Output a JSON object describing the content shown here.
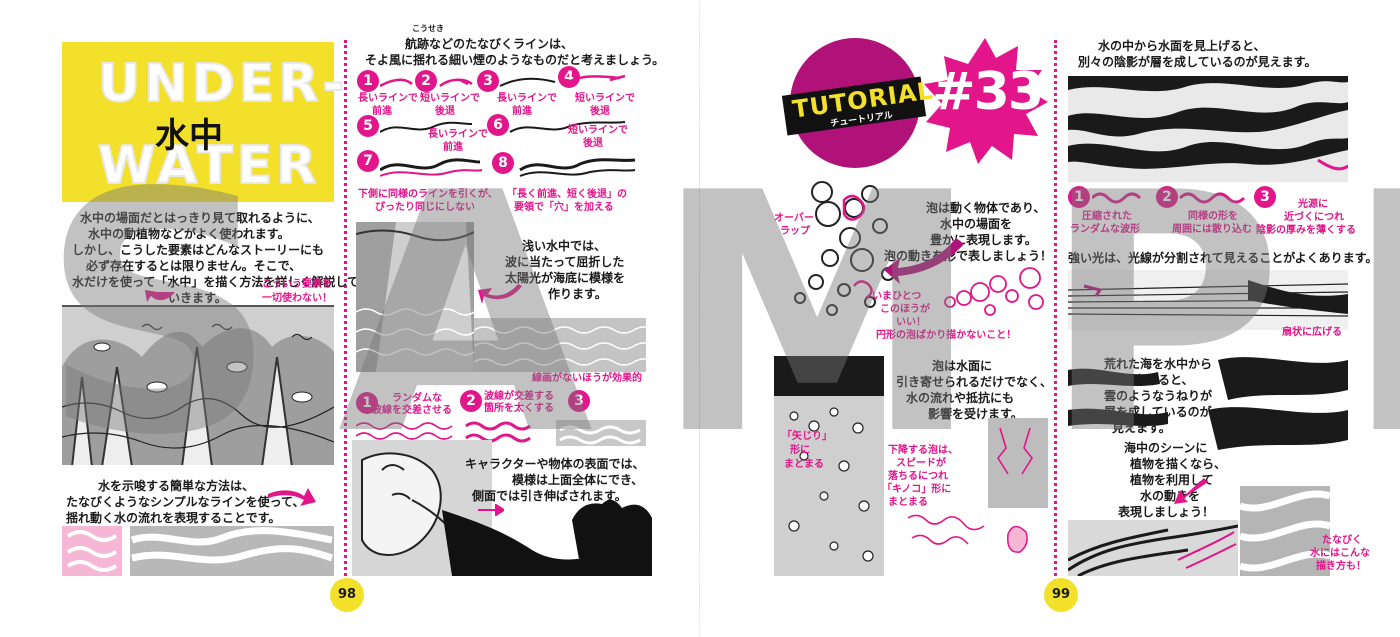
{
  "left_page": {
    "title_en_1": "UNDER-",
    "title_en_2": "WATER",
    "title_jp": "水中",
    "ruby": "こうせき",
    "intro_1": "航跡などのたなびくラインは、",
    "intro_2": "そよ風に揺れる細い煙のようなものだと考えましょう。",
    "steps": [
      {
        "n": "1",
        "label_1": "長いラインで",
        "label_2": "前進"
      },
      {
        "n": "2",
        "label_1": "短いラインで",
        "label_2": "後退"
      },
      {
        "n": "3",
        "label_1": "長いラインで",
        "label_2": "前進"
      },
      {
        "n": "4",
        "label_1": "短いラインで",
        "label_2": "後退"
      },
      {
        "n": "5",
        "label_1": "長いラインで",
        "label_2": "前進"
      },
      {
        "n": "6",
        "label_1": "短いラインで",
        "label_2": "後退"
      },
      {
        "n": "7",
        "label_1": "",
        "label_2": ""
      },
      {
        "n": "8",
        "label_1": "",
        "label_2": ""
      }
    ],
    "tip_7_1": "下側に同様のラインを引くが、",
    "tip_7_2": "ぴったり同じにしない",
    "tip_8_1": "「長く前進、短く後退」の",
    "tip_8_2": "要領で「穴」を加える",
    "body_1": "水中の場面だとはっきり見て取れるように、",
    "body_2": "水中の動植物などがよく使われます。",
    "body_3": "しかし、こうした要素はどんなストーリーにも",
    "body_4": "必ず存在するとは限りません。そこで、",
    "body_5": "水だけを使って「水中」を描く方法を詳しく解説して",
    "body_6": "いきます。",
    "note_elements_1": "こういう要素を",
    "note_elements_2": "一切使わない！",
    "shallow_1": "浅い水中では、",
    "shallow_2": "波に当たって屈折した",
    "shallow_3": "太陽光が海底に模様を",
    "shallow_4": "作ります。",
    "no_outline": "線画がないほうが効果的",
    "pat_1_a": "ランダムな",
    "pat_1_b": "波線を交差させる",
    "pat_2_a": "波線が交差する",
    "pat_2_b": "箇所を太くする",
    "char_1": "キャラクターや物体の表面では、",
    "char_2": "模様は上面全体にでき、",
    "char_3": "側面では引き伸ばされます。",
    "bottom_1": "水を示唆する簡単な方法は、",
    "bottom_2": "たなびくようなシンプルなラインを使って、",
    "bottom_3": "揺れ動く水の流れを表現することです。",
    "page_number": "98"
  },
  "right_page": {
    "tutorial_en": "TUTORIAL",
    "tutorial_jp": "チュートリアル",
    "number": "#33",
    "bubbles_1": "泡は動く物体であり、",
    "bubbles_2": "水中の場面を",
    "bubbles_3": "豊かに表現します。",
    "bubbles_4": "泡の動きを形で表しましょう！",
    "overlap_1": "オーバー",
    "overlap_2": "ラップ",
    "better_1": "いまひとつ",
    "better_2": "このほうが",
    "better_3": "いい！",
    "better_4": "円形の泡ばかり描かないこと！",
    "surface_1": "泡は水面に",
    "surface_2": "引き寄せられるだけでなく、",
    "surface_3": "水の流れや抵抗にも",
    "surface_4": "影響を受けます。",
    "yajirushi_1": "「矢じり」",
    "yajirushi_2": "形に",
    "yajirushi_3": "まとまる",
    "kinoko_1": "下降する泡は、",
    "kinoko_2": "スピードが",
    "kinoko_3": "落ちるにつれ",
    "kinoko_4": "「キノコ」形に",
    "kinoko_5": "まとまる",
    "look_up_1": "水の中から水面を見上げると、",
    "look_up_2": "別々の陰影が層を成しているのが見えます。",
    "lu_1_a": "圧縮された",
    "lu_1_b": "ランダムな波形",
    "lu_2_a": "同様の形を",
    "lu_2_b": "周囲には散り込む",
    "lu_3_a": "光源に",
    "lu_3_b": "近づくにつれ",
    "lu_3_c": "陰影の厚みを薄くする",
    "strong_light": "強い光は、光線が分割されて見えることがよくあります。",
    "fan": "扇状に広げる",
    "rough_1": "荒れた海を水中から",
    "rough_2": "見上げると、",
    "rough_3": "雲のようなうねりが",
    "rough_4": "層を成しているのが",
    "rough_5": "見えます。",
    "plants_1": "海中のシーンに",
    "plants_2": "植物を描くなら、",
    "plants_3": "植物を利用して",
    "plants_4": "水の動きを",
    "plants_5": "表現しましょう！",
    "sway_1": "たなびく",
    "sway_2": "水にはこんな",
    "sway_3": "描き方も！",
    "page_number": "99"
  },
  "watermark": "SAMPLE",
  "colors": {
    "magenta": "#e2158a",
    "yellow": "#f2e02a",
    "black": "#1a1a1a",
    "gray": "#9a9a9a"
  }
}
